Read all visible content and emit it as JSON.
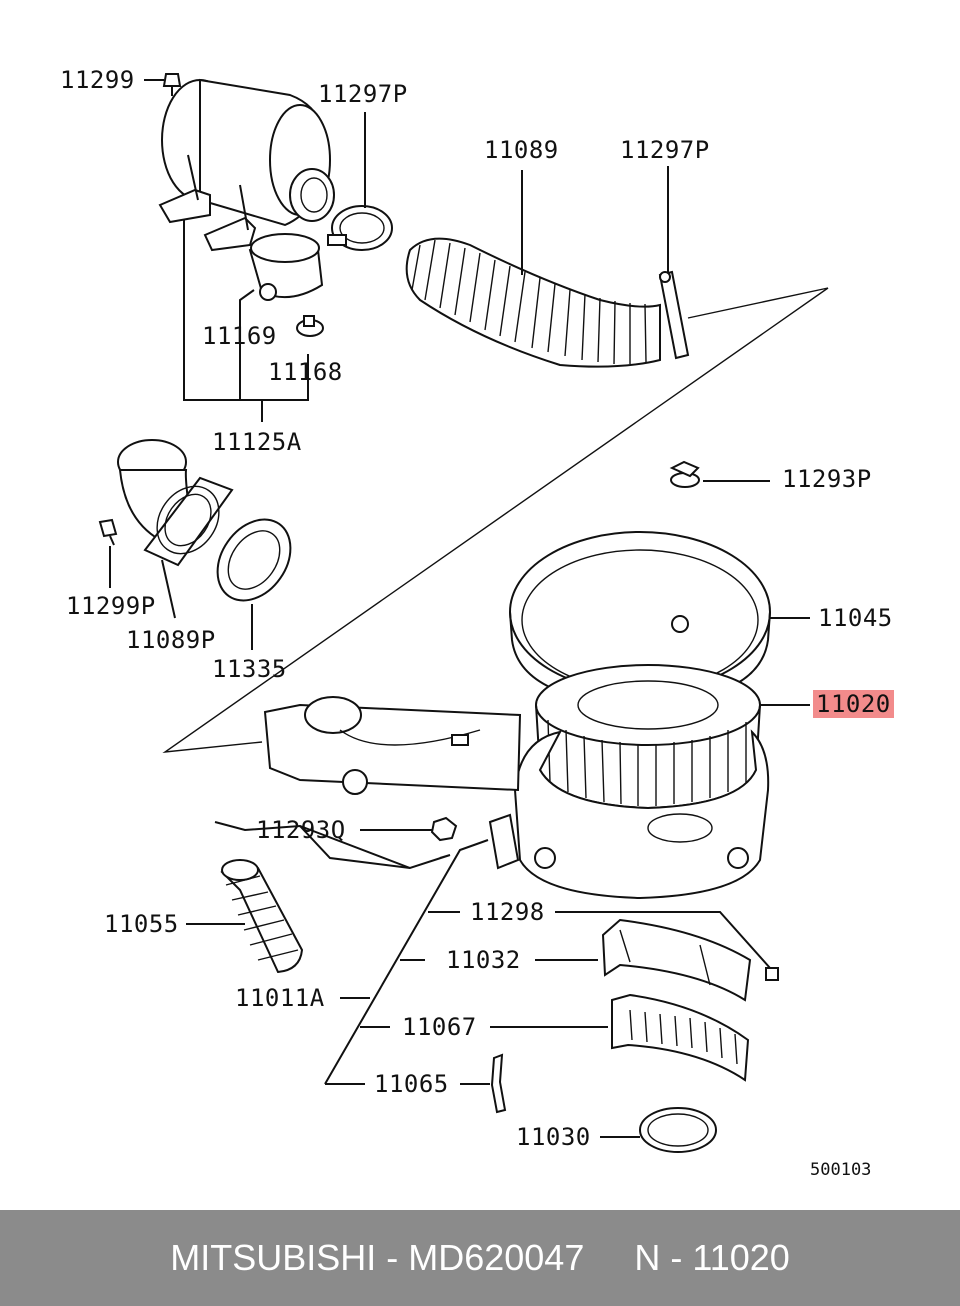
{
  "part_labels": {
    "p11299": "11299",
    "p11297P_a": "11297P",
    "p11089": "11089",
    "p11297P_b": "11297P",
    "p11169": "11169",
    "p11168": "11168",
    "p11125A": "11125A",
    "p11293P": "11293P",
    "p11299P": "11299P",
    "p11089P": "11089P",
    "p11335": "11335",
    "p11045": "11045",
    "p11020": "11020",
    "p11293Q": "11293Q",
    "p11055": "11055",
    "p11298": "11298",
    "p11032": "11032",
    "p11011A": "11011A",
    "p11067": "11067",
    "p11065": "11065",
    "p11030": "11030"
  },
  "highlighted_part": "11020",
  "highlight_color": "#f28b8b",
  "diagram_ref": "500103",
  "footer": {
    "text": "MITSUBISHI - MD620047     N - 11020",
    "background": "#8b8b8b"
  }
}
